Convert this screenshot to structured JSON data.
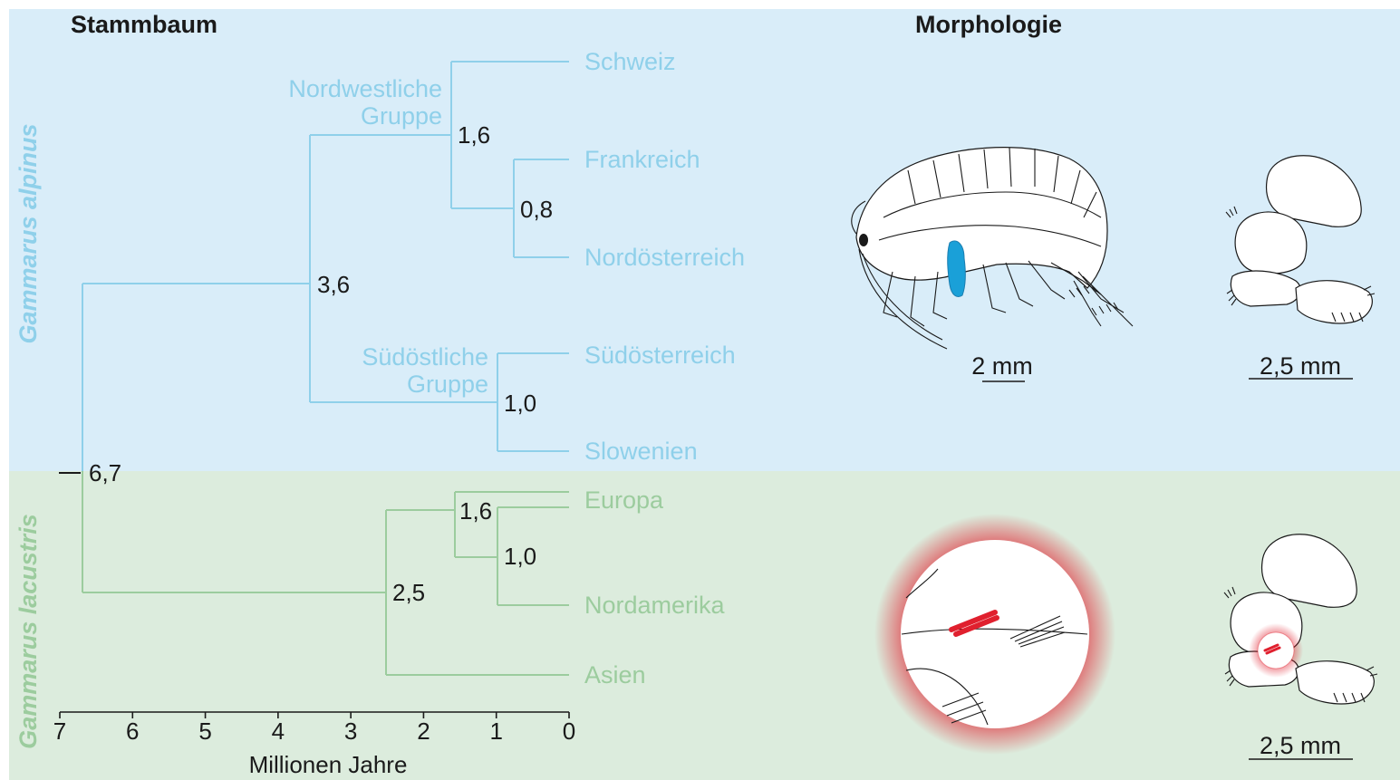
{
  "headings": {
    "tree": "Stammbaum",
    "morphology": "Morphologie"
  },
  "groups": {
    "alpinus": "Gammarus alpinus",
    "lacustris": "Gammarus lacustris"
  },
  "clades": {
    "northwest_line1": "Nordwestliche",
    "northwest_line2": "Gruppe",
    "southeast_line1": "Südöstliche",
    "southeast_line2": "Gruppe"
  },
  "tips": {
    "schweiz": "Schweiz",
    "frankreich": "Frankreich",
    "nordoesterreich": "Nordösterreich",
    "suedoesterreich": "Südösterreich",
    "slowenien": "Slowenien",
    "europa": "Europa",
    "nordamerika": "Nordamerika",
    "asien": "Asien"
  },
  "nodes": {
    "root": "6,7",
    "alpinus": "3,6",
    "northwest": "1,6",
    "fr_noe": "0,8",
    "southeast": "1,0",
    "lacustris": "2,5",
    "eur_nam": "1,6",
    "eur_nam_inner": "1,0"
  },
  "axis": {
    "label": "Millionen Jahre",
    "ticks": [
      "7",
      "6",
      "5",
      "4",
      "3",
      "2",
      "1",
      "0"
    ]
  },
  "scale_bars": {
    "alpinus_body": "2 mm",
    "alpinus_appendage": "2,5 mm",
    "lacustris_appendage": "2,5 mm"
  },
  "colors": {
    "alpinus_background": "#d9edf9",
    "lacustris_background": "#dcecdd",
    "alpinus_line": "#8fd0ea",
    "lacustris_line": "#9ccc9e",
    "highlight_blue": "#1aa0d8",
    "highlight_red": "#e0202e"
  }
}
